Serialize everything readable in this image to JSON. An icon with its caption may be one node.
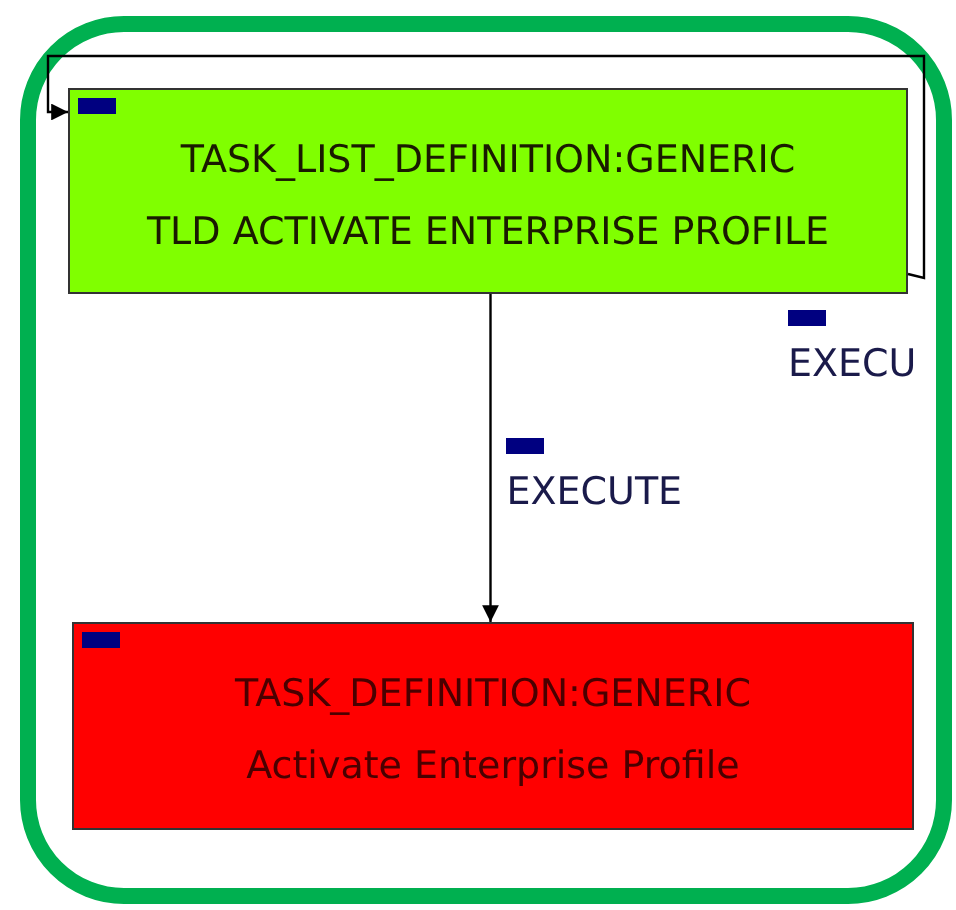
{
  "diagram": {
    "nodes": [
      {
        "text": [],
        "shape": "box"
      },
      {
        "text": [
          "TASK_LIST_DEFINITION:GENERIC",
          "TLD ACTIVATE ENTERPRISE PROFILE"
        ],
        "in": 0
      },
      {
        "text": [
          "TASK_DEFINITION:GENERIC",
          "Activate Enterprise Profile"
        ],
        "in": 0
      }
    ],
    "edges": [
      {
        "from": 1,
        "to": 2,
        "arrow": "to",
        "label": "EXECUTE"
      },
      {
        "from": 1,
        "to": 1,
        "arrow": "to",
        "label": "EXECU"
      }
    ]
  }
}
